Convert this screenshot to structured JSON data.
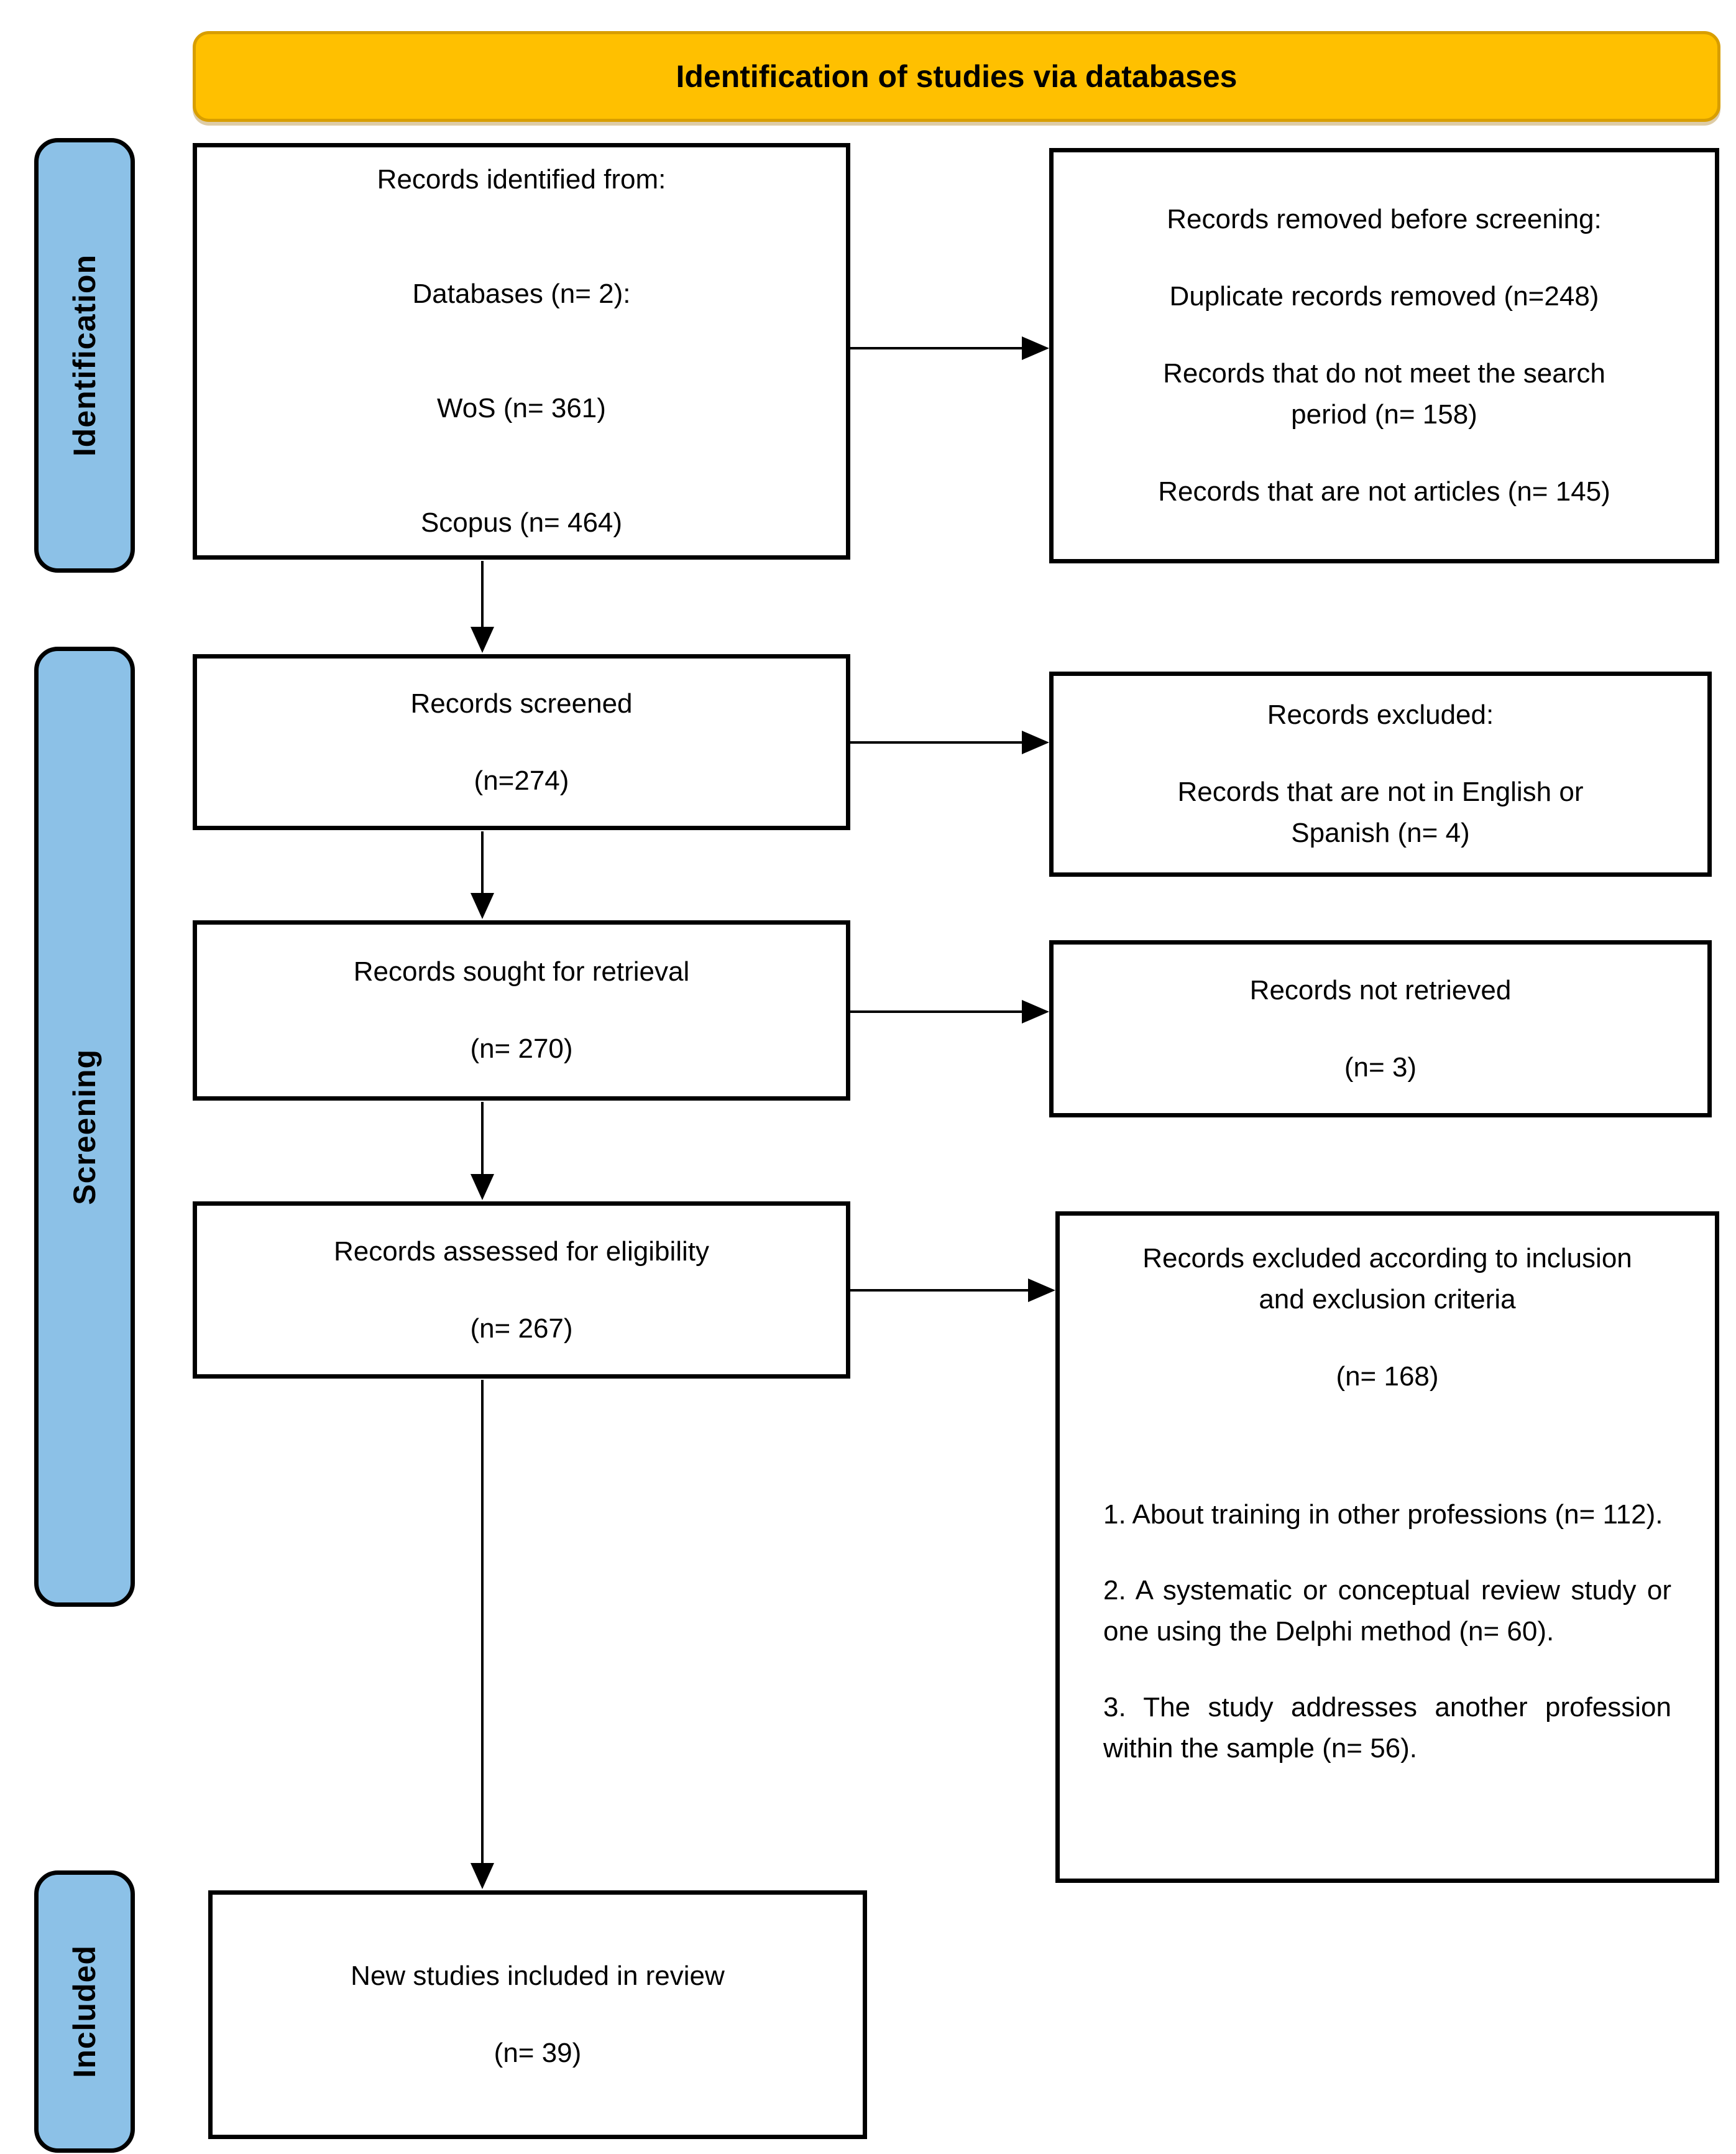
{
  "banner": {
    "label": "Identification of studies via databases"
  },
  "stages": {
    "identification": "Identification",
    "screening": "Screening",
    "included": "Included"
  },
  "boxes": {
    "identified": {
      "lines": [
        "Records identified from:",
        "Databases (n= 2):",
        "WoS (n= 361)",
        "Scopus (n= 464)"
      ]
    },
    "removed": {
      "lines": [
        "Records removed before screening:",
        "Duplicate records removed (n=248)",
        "Records that do not meet the search period (n= 158)",
        "Records that are not articles (n= 145)"
      ]
    },
    "screened": {
      "lines": [
        "Records screened",
        "(n=274)"
      ]
    },
    "excluded_language": {
      "lines": [
        "Records excluded:",
        "Records that are not in English or Spanish (n= 4)"
      ]
    },
    "sought": {
      "lines": [
        "Records sought for retrieval",
        "(n= 270)"
      ]
    },
    "not_retrieved": {
      "lines": [
        "Records not retrieved",
        "(n= 3)"
      ]
    },
    "assessed": {
      "lines": [
        "Records assessed for eligibility",
        "(n= 267)"
      ]
    },
    "excluded_criteria": {
      "heading": "Records excluded according to inclusion and exclusion criteria",
      "count": "(n= 168)",
      "items": [
        "1. About training in other professions (n= 112).",
        "2. A systematic or conceptual review study or one using the Delphi method (n= 60).",
        "3. The study addresses another profession within the sample (n= 56)."
      ]
    },
    "included_final": {
      "lines": [
        "New studies included in review",
        "(n= 39)"
      ]
    }
  },
  "colors": {
    "banner_bg": "#FFC000",
    "banner_border": "#D89E00",
    "stage_bg": "#8CC1E7",
    "line": "#000000"
  }
}
